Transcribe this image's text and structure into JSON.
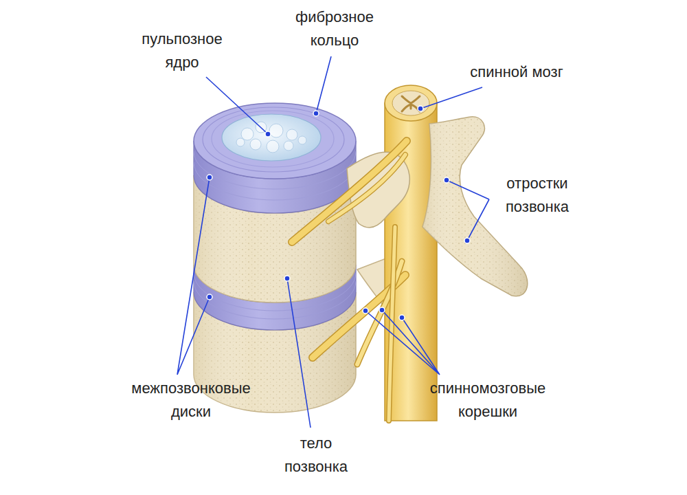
{
  "diagram": {
    "labels": [
      "пульпозное ядро",
      "фиброзное кольцо",
      "спинной мозг",
      "отростки позвонка",
      "межпозвонковые диски",
      "тело позвонка",
      "спинномозговые корешки"
    ]
  }
}
